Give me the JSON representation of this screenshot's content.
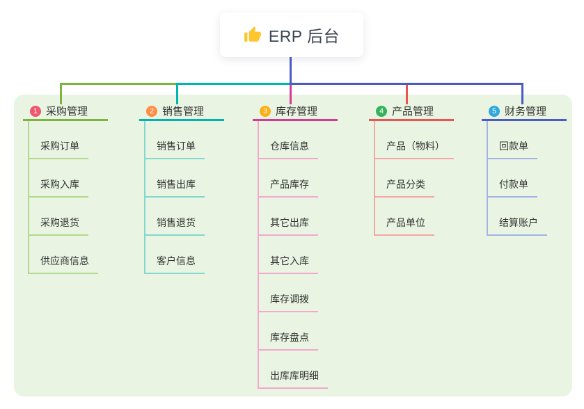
{
  "root": {
    "title": "ERP 后台",
    "icon": "thumbs-up-icon",
    "icon_color": "#fdc62f"
  },
  "colors": {
    "canvas_bg": "#ffffff",
    "panel_bg": "#e9f5e2",
    "text": "#333333",
    "root_text": "#3c4654",
    "root_line": "#4a5ac8"
  },
  "branches": [
    {
      "num": "1",
      "title": "采购管理",
      "badge_color": "#f0566e",
      "accent_color": "#7cb342",
      "light_color": "#b2d98b",
      "children": [
        "采购订单",
        "采购入库",
        "采购退货",
        "供应商信息"
      ]
    },
    {
      "num": "2",
      "title": "销售管理",
      "badge_color": "#ff8c42",
      "accent_color": "#00b5ad",
      "light_color": "#82d7cf",
      "children": [
        "销售订单",
        "销售出库",
        "销售退货",
        "客户信息"
      ]
    },
    {
      "num": "3",
      "title": "库存管理",
      "badge_color": "#fcaf17",
      "accent_color": "#d63a92",
      "light_color": "#f2a8cf",
      "children": [
        "仓库信息",
        "产品库存",
        "其它出库",
        "其它入库",
        "库存调拨",
        "库存盘点",
        "出库库明细"
      ]
    },
    {
      "num": "4",
      "title": "产品管理",
      "badge_color": "#34b45a",
      "accent_color": "#ef5350",
      "light_color": "#f6a6a4",
      "children": [
        "产品（物料）",
        "产品分类",
        "产品单位"
      ]
    },
    {
      "num": "5",
      "title": "财务管理",
      "badge_color": "#31a8dd",
      "accent_color": "#4a5ac8",
      "light_color": "#a2b4e6",
      "children": [
        "回款单",
        "付款单",
        "结算账户"
      ]
    }
  ]
}
